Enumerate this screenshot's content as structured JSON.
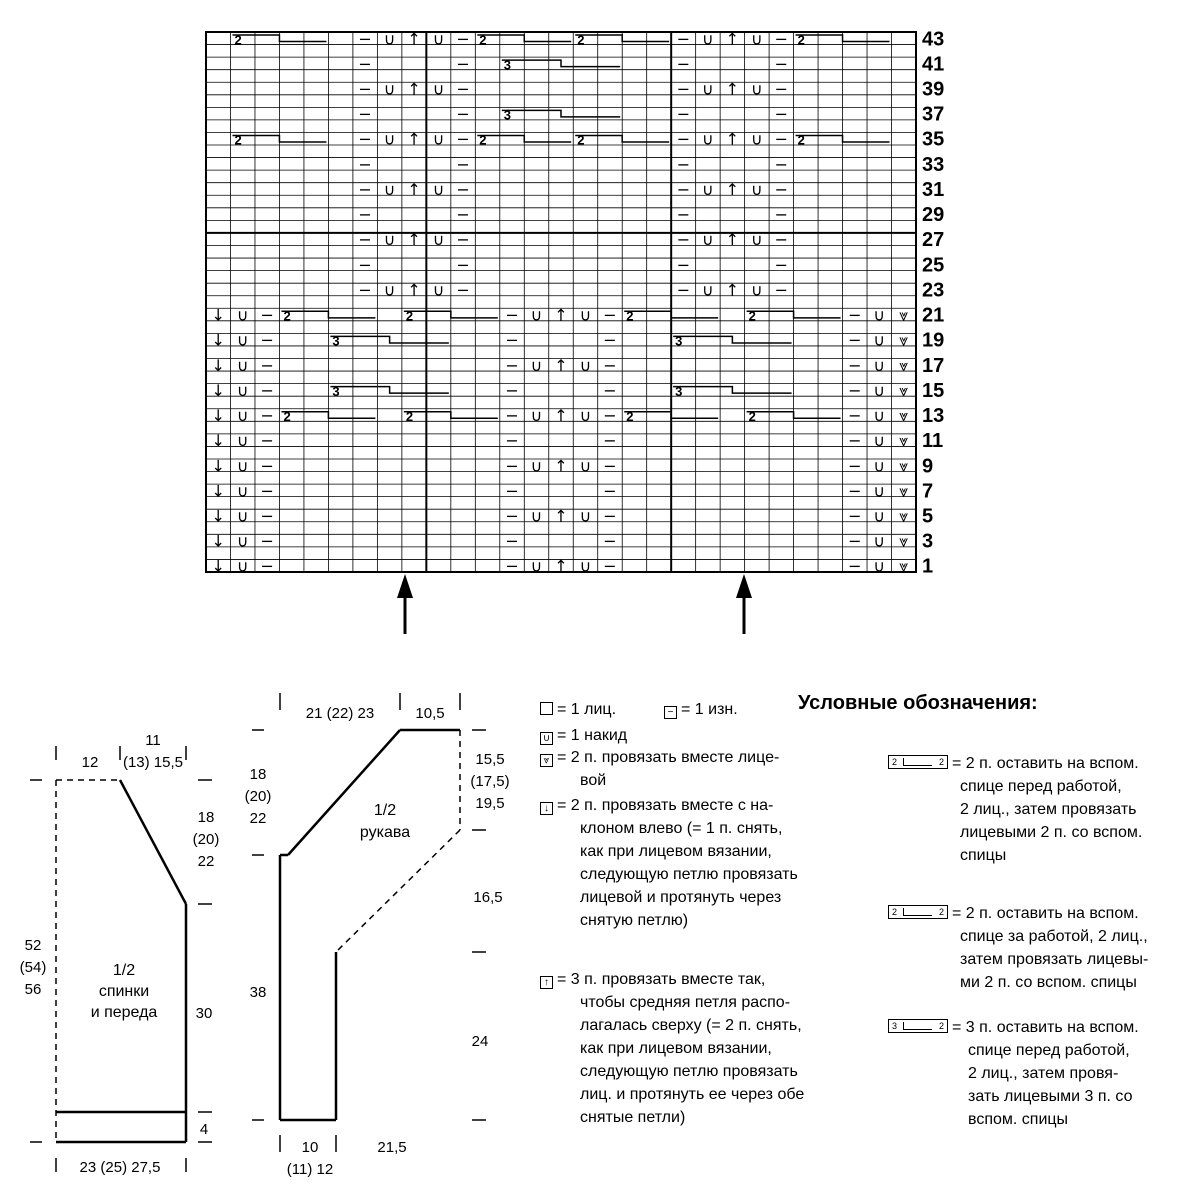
{
  "chart": {
    "row_numbers": [
      "43",
      "41",
      "39",
      "37",
      "35",
      "33",
      "31",
      "29",
      "27",
      "25",
      "23",
      "21",
      "19",
      "17",
      "15",
      "13",
      "11",
      "9",
      "7",
      "5",
      "3",
      "1"
    ],
    "symbols": {
      "purl": "−",
      "yarn_over": "∪",
      "center_decrease": "↑",
      "left_decrease": "↓",
      "right_decrease": "⩔"
    },
    "cable_numbers": {
      "two": "2",
      "three": "3"
    }
  },
  "schematic_body": {
    "label_line1": "1/2",
    "label_line2": "спинки",
    "label_line3": "и переда",
    "top_width": "12",
    "neck_width_line1": "11",
    "neck_width_line2": "(13) 15,5",
    "neck_depth_line1": "18",
    "neck_depth_line2": "(20)",
    "neck_depth_line3": "22",
    "height_line1": "52",
    "height_line2": "(54)",
    "height_line3": "56",
    "side": "30",
    "rib": "4",
    "bottom_width": "23 (25) 27,5"
  },
  "schematic_sleeve": {
    "label_line1": "1/2",
    "label_line2": "рукава",
    "top_width": "21 (22) 23",
    "top_right": "10,5",
    "left_upper_line1": "18",
    "left_upper_line2": "(20)",
    "left_upper_line3": "22",
    "left_lower": "38",
    "right_top_line1": "15,5",
    "right_top_line2": "(17,5)",
    "right_top_line3": "19,5",
    "right_mid": "16,5",
    "right_low": "24",
    "bottom_line1": "10",
    "bottom_line2": "(11) 12",
    "bottom_right": "21,5"
  },
  "legend": {
    "title": "Условные обозначения:",
    "knit": "= 1 лиц.",
    "purl": "= 1 изн.",
    "yo": "= 1 накид",
    "k2tog_line1": "= 2 п. провязать вместе лице-",
    "k2tog_line2": "вой",
    "ssk_line1": "= 2 п. провязать вместе с на-",
    "ssk_line2": "клоном влево  (= 1 п. снять,",
    "ssk_line3": "как при лицевом вязании,",
    "ssk_line4": "следующую петлю провязать",
    "ssk_line5": "лицевой и протянуть через",
    "ssk_line6": "снятую петлю)",
    "cdd_line1": "= 3 п. провязать вместе так,",
    "cdd_line2": "чтобы средняя петля распо-",
    "cdd_line3": "лагалась сверху (= 2 п. снять,",
    "cdd_line4": "как при лицевом вязании,",
    "cdd_line5": "следующую петлю провязать",
    "cdd_line6": "лиц. и протянуть ее через обе",
    "cdd_line7": "снятые петли)",
    "c2f_line1": "= 2 п. оставить на вспом.",
    "c2f_line2": "спице перед работой,",
    "c2f_line3": "2 лиц., затем провязать",
    "c2f_line4": "лицевыми 2 п. со вспом.",
    "c2f_line5": "спицы",
    "c2b_line1": "= 2 п. оставить на вспом.",
    "c2b_line2": "спице за работой, 2 лиц.,",
    "c2b_line3": "затем провязать лицевы-",
    "c2b_line4": "ми 2 п. со вспом. спицы",
    "c3f_line1": "= 3 п. оставить на вспом.",
    "c3f_line2": "спице перед  работой,",
    "c3f_line3": "2 лиц., затем провя-",
    "c3f_line4": "зать лицевыми 3 п. со",
    "c3f_line5": "вспом. спицы"
  }
}
